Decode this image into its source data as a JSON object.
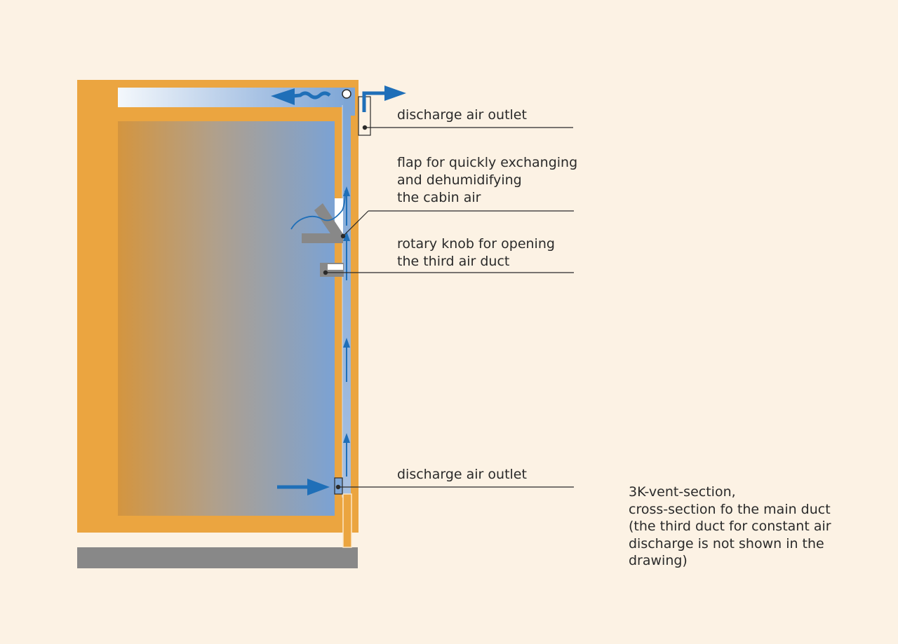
{
  "colors": {
    "background": "#fcf2e4",
    "wall": "#eba540",
    "base": "#888888",
    "air": "#1f6fb8",
    "duct": "#7ea6d6",
    "knob": "#888888"
  },
  "labels": [
    {
      "lines": [
        "discharge air outlet"
      ]
    },
    {
      "lines": [
        "flap for quickly exchanging",
        "and  dehumidifying",
        "the cabin air"
      ]
    },
    {
      "lines": [
        "rotary knob for opening",
        "the third air duct"
      ]
    },
    {
      "lines": [
        "discharge air outlet"
      ]
    }
  ],
  "caption": {
    "lines": [
      "3K-vent-section,",
      "cross-section fo the main duct",
      "(the third duct for constant air",
      "discharge is not shown in the",
      "drawing)"
    ]
  }
}
